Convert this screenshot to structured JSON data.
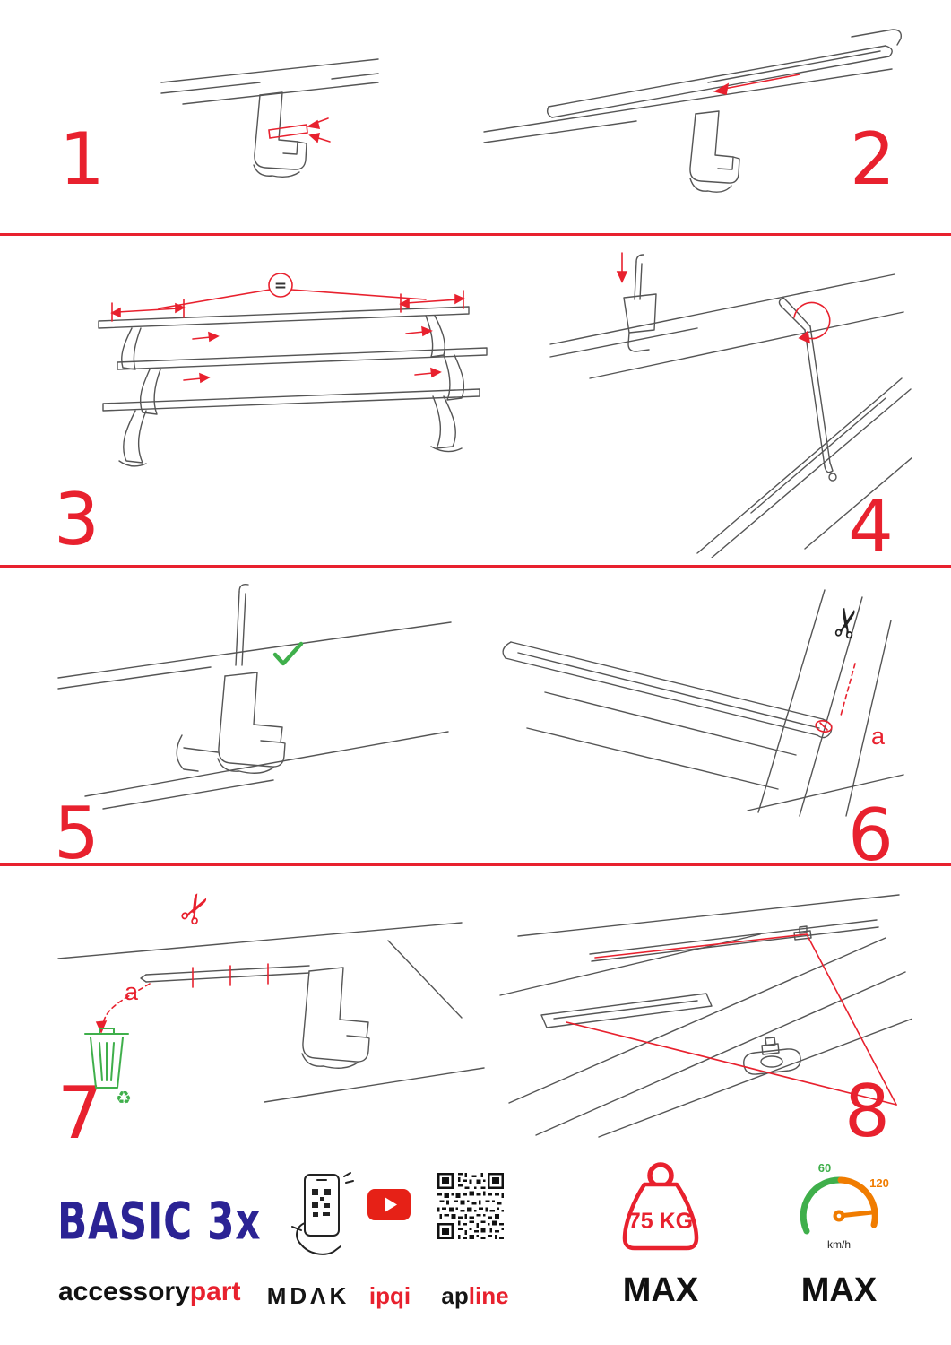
{
  "colors": {
    "accent": "#e8212e",
    "brand_blue": "#2b2394",
    "green": "#3faf4b",
    "orange": "#f07c00",
    "youtube_red": "#e62117",
    "line": "#555555"
  },
  "steps": [
    {
      "number": "1"
    },
    {
      "number": "2"
    },
    {
      "number": "3"
    },
    {
      "number": "4"
    },
    {
      "number": "5"
    },
    {
      "number": "6"
    },
    {
      "number": "7"
    },
    {
      "number": "8"
    }
  ],
  "labels": {
    "equals": "=",
    "step6_a": "a",
    "step7_a": "a"
  },
  "icons": {
    "scissors": "✂",
    "recycle": "♻"
  },
  "footer": {
    "product_name": "BASIC 3x",
    "brand_black": "accessory",
    "brand_red": "part",
    "partner_mdak": "MDΛK",
    "partner_ipqi": "ipqi",
    "partner_ap": "ap",
    "partner_line": "line",
    "weight": {
      "value": "75 KG",
      "max": "MAX"
    },
    "speed": {
      "low": "60",
      "high": "120",
      "unit": "km/h",
      "max": "MAX"
    }
  }
}
